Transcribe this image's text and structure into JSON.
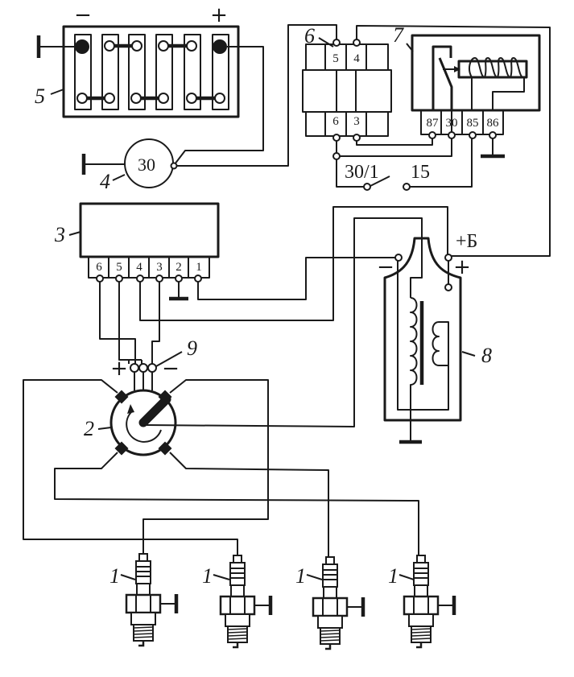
{
  "diagram": {
    "title": "Contactless ignition system wiring diagram",
    "components": {
      "spark_plugs": {
        "label": "1",
        "count": 4
      },
      "distributor": {
        "label": "2"
      },
      "switch_unit": {
        "label": "3",
        "pins": [
          "6",
          "5",
          "4",
          "3",
          "2",
          "1"
        ]
      },
      "generator": {
        "label": "4",
        "terminal": "30"
      },
      "battery": {
        "label": "5",
        "minus": "−",
        "plus": "+"
      },
      "ignition_switch": {
        "label": "6",
        "top_pins": [
          "5",
          "4"
        ],
        "bottom_pins": [
          "6",
          "3"
        ],
        "contact_a": "30/1",
        "contact_b": "15"
      },
      "relay": {
        "label": "7",
        "pins": [
          "87",
          "30",
          "85",
          "86"
        ]
      },
      "ignition_coil": {
        "label": "8",
        "minus": "−",
        "plus": "+",
        "battery_terminal": "+Б"
      },
      "hall_sensor": {
        "label": "9",
        "plus": "+",
        "minus": "−"
      }
    }
  }
}
